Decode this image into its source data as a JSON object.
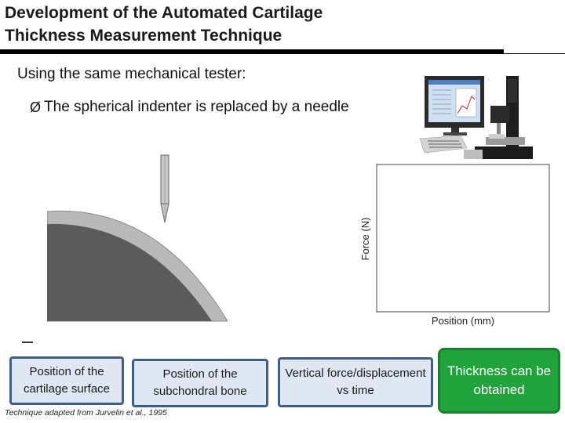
{
  "slide": {
    "title_line1": "Development of the Automated Cartilage",
    "title_line2": "Thickness Measurement Technique",
    "subtitle": "Using the same mechanical tester:",
    "bullet_symbol": "Ø",
    "bullet_text": "The spherical indenter is replaced by a needle"
  },
  "plot": {
    "ylabel": "Force (N)",
    "xlabel": "Position (mm)"
  },
  "boxes": [
    {
      "label": "Position of the cartilage surface"
    },
    {
      "label": "Position of the subchondral bone"
    },
    {
      "label": "Vertical force/displacement vs time"
    },
    {
      "label": "Thickness can be obtained"
    }
  ],
  "credit": "Technique adapted from Jurvelin et al., 1995",
  "colors": {
    "box_fill": "#dfe7f2",
    "box_border": "#3f5f8a",
    "green_box": "#1fa33a",
    "cartilage": "#b9b9b9",
    "bone": "#5b5b5b"
  }
}
